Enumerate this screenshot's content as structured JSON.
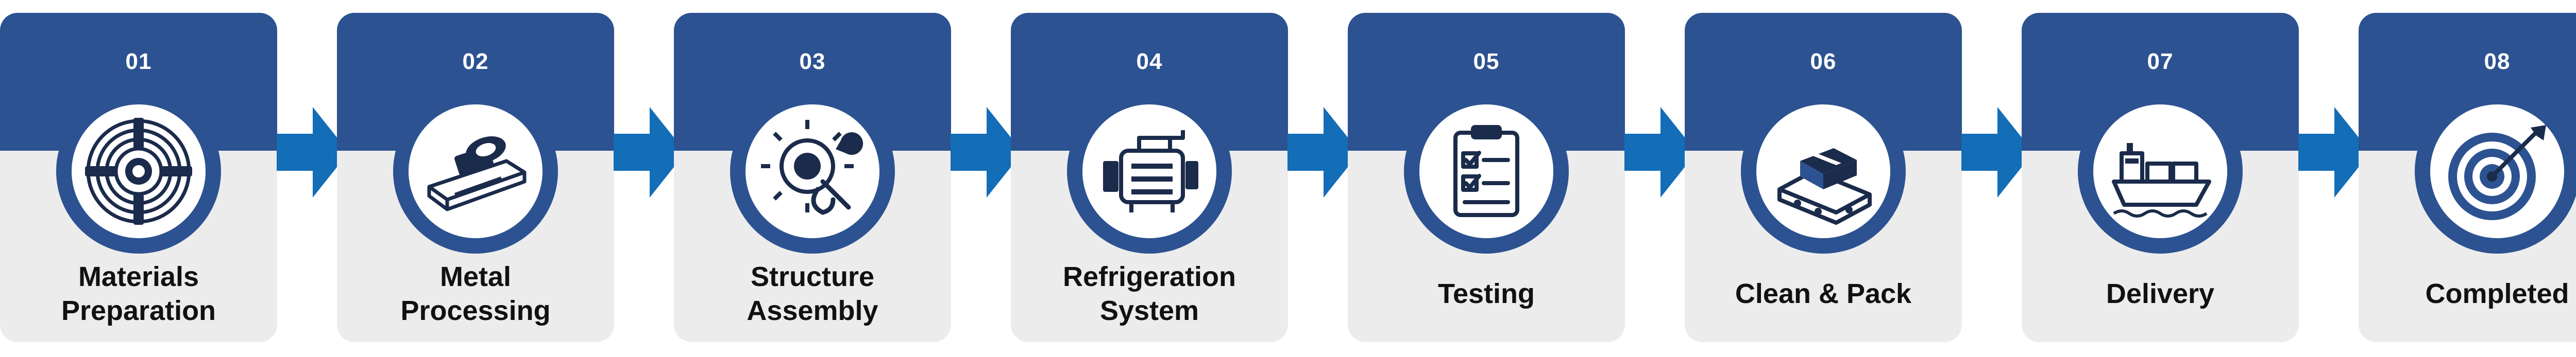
{
  "colors": {
    "primary": "#2c5291",
    "arrow": "#136db7",
    "card_bottom": "#ececec",
    "icon_ink": "#1b2b4b"
  },
  "steps": [
    {
      "number": "01",
      "label": "Materials\nPreparation",
      "icon": "coil-icon"
    },
    {
      "number": "02",
      "label": "Metal\nProcessing",
      "icon": "metal-processing-icon"
    },
    {
      "number": "03",
      "label": "Structure\nAssembly",
      "icon": "gear-wrench-icon"
    },
    {
      "number": "04",
      "label": "Refrigeration\nSystem",
      "icon": "compressor-icon"
    },
    {
      "number": "05",
      "label": "Testing",
      "icon": "checklist-icon"
    },
    {
      "number": "06",
      "label": "Clean & Pack",
      "icon": "conveyor-box-icon"
    },
    {
      "number": "07",
      "label": "Delivery",
      "icon": "cargo-ship-icon"
    },
    {
      "number": "08",
      "label": "Completed",
      "icon": "target-icon"
    }
  ]
}
